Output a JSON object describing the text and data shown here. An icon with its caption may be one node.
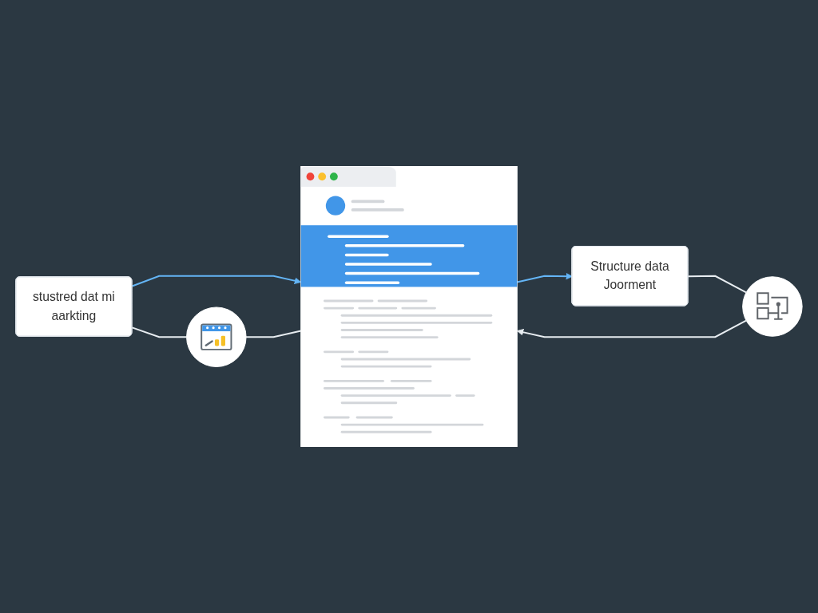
{
  "diagram": {
    "nodes": [
      {
        "text": [
          "stustred dat mi aarkting"
        ]
      },
      {
        "text": [],
        "shape": "picture"
      },
      {
        "text": [
          "Structure data Joorment"
        ]
      },
      {
        "text": [],
        "shape": "circle"
      },
      {
        "text": [],
        "shape": "circle"
      }
    ],
    "edges": [
      {
        "from": 0,
        "to": 1,
        "arrow": "to",
        "color": "#64b5f6"
      },
      {
        "from": 1,
        "to": 2,
        "arrow": "to",
        "color": "#64b5f6"
      },
      {
        "from": 0,
        "to": 3,
        "arrow": "none"
      },
      {
        "from": 3,
        "to": 1,
        "arrow": "none"
      },
      {
        "from": 2,
        "to": 4,
        "arrow": "none"
      },
      {
        "from": 4,
        "to": 1,
        "arrow": "to"
      }
    ]
  }
}
